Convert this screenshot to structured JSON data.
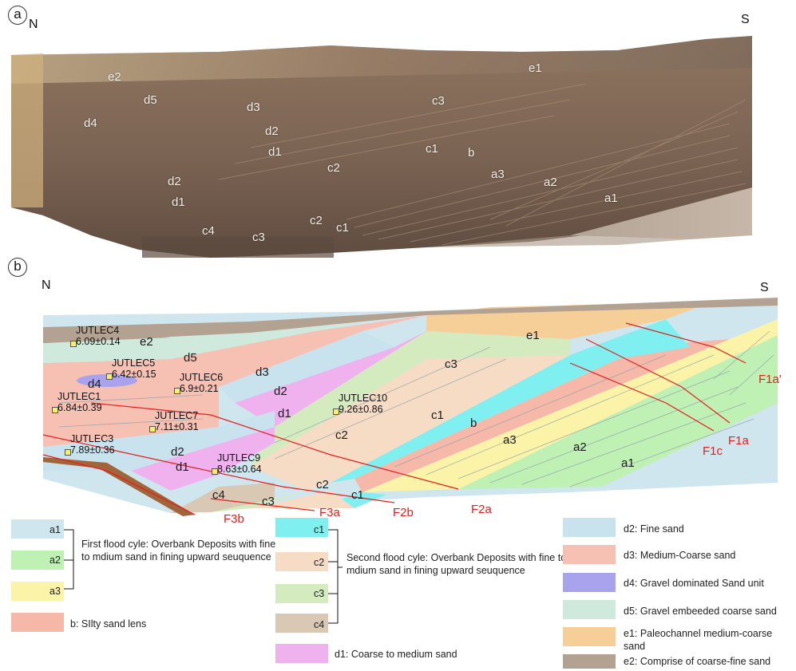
{
  "panel_a": {
    "letter": "a",
    "north": "N",
    "south": "S",
    "labels": [
      "e2",
      "d5",
      "d4",
      "d3",
      "d2",
      "d1",
      "e1",
      "c3",
      "c1",
      "b",
      "c2",
      "a3",
      "a2",
      "a1",
      "d2",
      "d1",
      "c4",
      "c3",
      "c2",
      "c1"
    ]
  },
  "panel_b": {
    "letter": "b",
    "north": "N",
    "south": "S",
    "units": [
      "e2",
      "d5",
      "d4",
      "d3",
      "d2",
      "d1",
      "e1",
      "c3",
      "c1",
      "b",
      "c2",
      "a3",
      "a2",
      "a1",
      "d2",
      "d1",
      "c2",
      "c4",
      "c3",
      "c1"
    ],
    "samples": [
      {
        "id": "JUTLEC4",
        "age": "6.09±0.14"
      },
      {
        "id": "JUTLEC5",
        "age": "6.42±0.15"
      },
      {
        "id": "JUTLEC6",
        "age": "6.9±0.21"
      },
      {
        "id": "JUTLEC1",
        "age": "6.84±0.39"
      },
      {
        "id": "JUTLEC7",
        "age": "7.11±0.31"
      },
      {
        "id": "JUTLEC3",
        "age": "7.89±0.36"
      },
      {
        "id": "JUTLEC9",
        "age": "8.63±0.64"
      },
      {
        "id": "JUTLEC10",
        "age": "9.26±0.86"
      }
    ],
    "faults": [
      "F1a'",
      "F1a",
      "F1c",
      "F2a",
      "F2b",
      "F3a",
      "F3b"
    ]
  },
  "legend": {
    "col1": {
      "items": [
        "a1",
        "a2",
        "a3"
      ],
      "group_text": "First flood cyle: Overbank Deposits with fine to mdium sand in fining upward seuquence",
      "b_label": "b: SIlty sand lens"
    },
    "col2": {
      "items": [
        "c1",
        "c2",
        "c3",
        "c4"
      ],
      "group_text": "Second flood cyle: Overbank Deposits with fine to mdium sand in fining upward seuquence",
      "d1_label": "d1: Coarse to medium sand"
    },
    "col3": [
      "d2: Fine sand",
      "d3: Medium-Coarse sand",
      "d4: Gravel dominated Sand unit",
      "d5: Gravel embeeded coarse sand",
      "e1: Paleochannel medium-coarse sand",
      "e2: Comprise of coarse-fine sand"
    ]
  },
  "colors": {
    "a1": "#cfe6ee",
    "a2": "#bff0b4",
    "a3": "#fbf3a8",
    "b": "#f6b9a9",
    "c1": "#7ff0ef",
    "c2": "#f7dcc5",
    "c3": "#d4ebc0",
    "c4": "#d9c8b3",
    "d1": "#efb2ef",
    "d2": "#c9e3ee",
    "d3": "#f6c0b2",
    "d4": "#a9a3ee",
    "d5": "#cfeadc",
    "e1": "#f6cf98",
    "e2": "#b3a292",
    "fault": "#e41e1e"
  }
}
